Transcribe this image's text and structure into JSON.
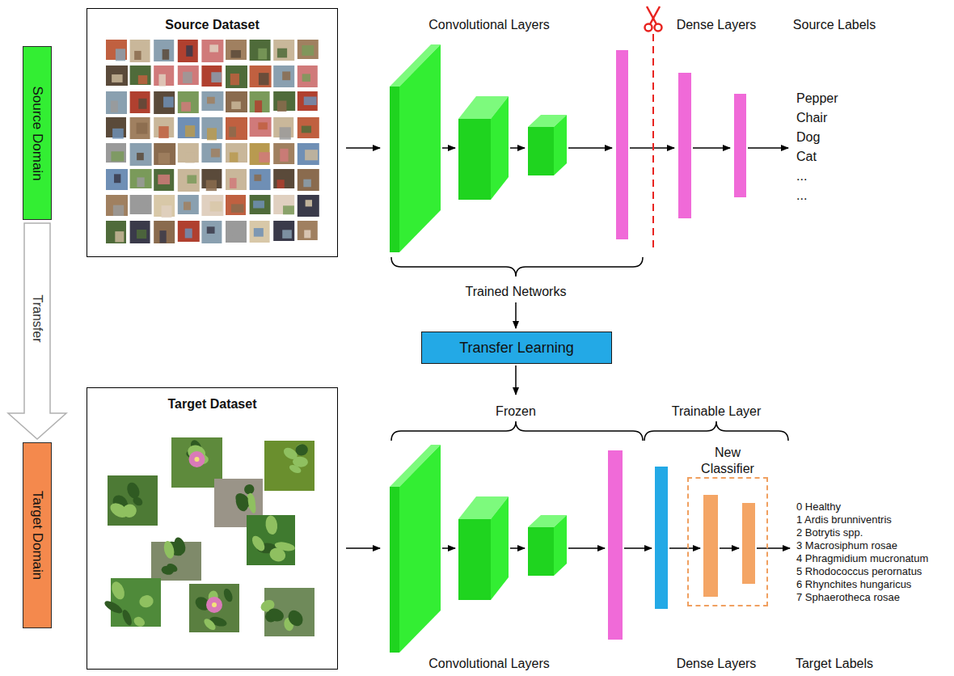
{
  "diagram": {
    "nodes": [
      {
        "text": [
          "Source Domain"
        ]
      },
      {
        "text": [
          "Source Dataset"
        ]
      },
      {
        "text": [
          "Transfer Learning"
        ]
      },
      {
        "text": [
          "Target Domain"
        ]
      },
      {
        "text": [
          "Target Dataset"
        ]
      },
      {
        "text": [
          "New Classifier"
        ]
      }
    ],
    "edges": [
      {
        "from": 0,
        "to": 3,
        "arrow": "to",
        "label": "Transfer"
      }
    ],
    "labels": [
      "Convolutional Layers",
      "Dense Layers",
      "Source Labels",
      "Pepper",
      "Chair",
      "Dog",
      "Cat",
      "...",
      "...",
      "Trained Networks",
      "Frozen",
      "Trainable Layer",
      "0 Healthy",
      "1 Ardis brunniventris",
      "2 Botrytis spp.",
      "3 Macrosiphum rosae",
      "4 Phragmidium mucronatum",
      "5 Rhodococcus perornatus",
      "6 Rhynchites hungaricus",
      "7 Sphaerotheca rosae",
      "Convolutional Layers",
      "Dense Layers",
      "Target Labels"
    ]
  }
}
